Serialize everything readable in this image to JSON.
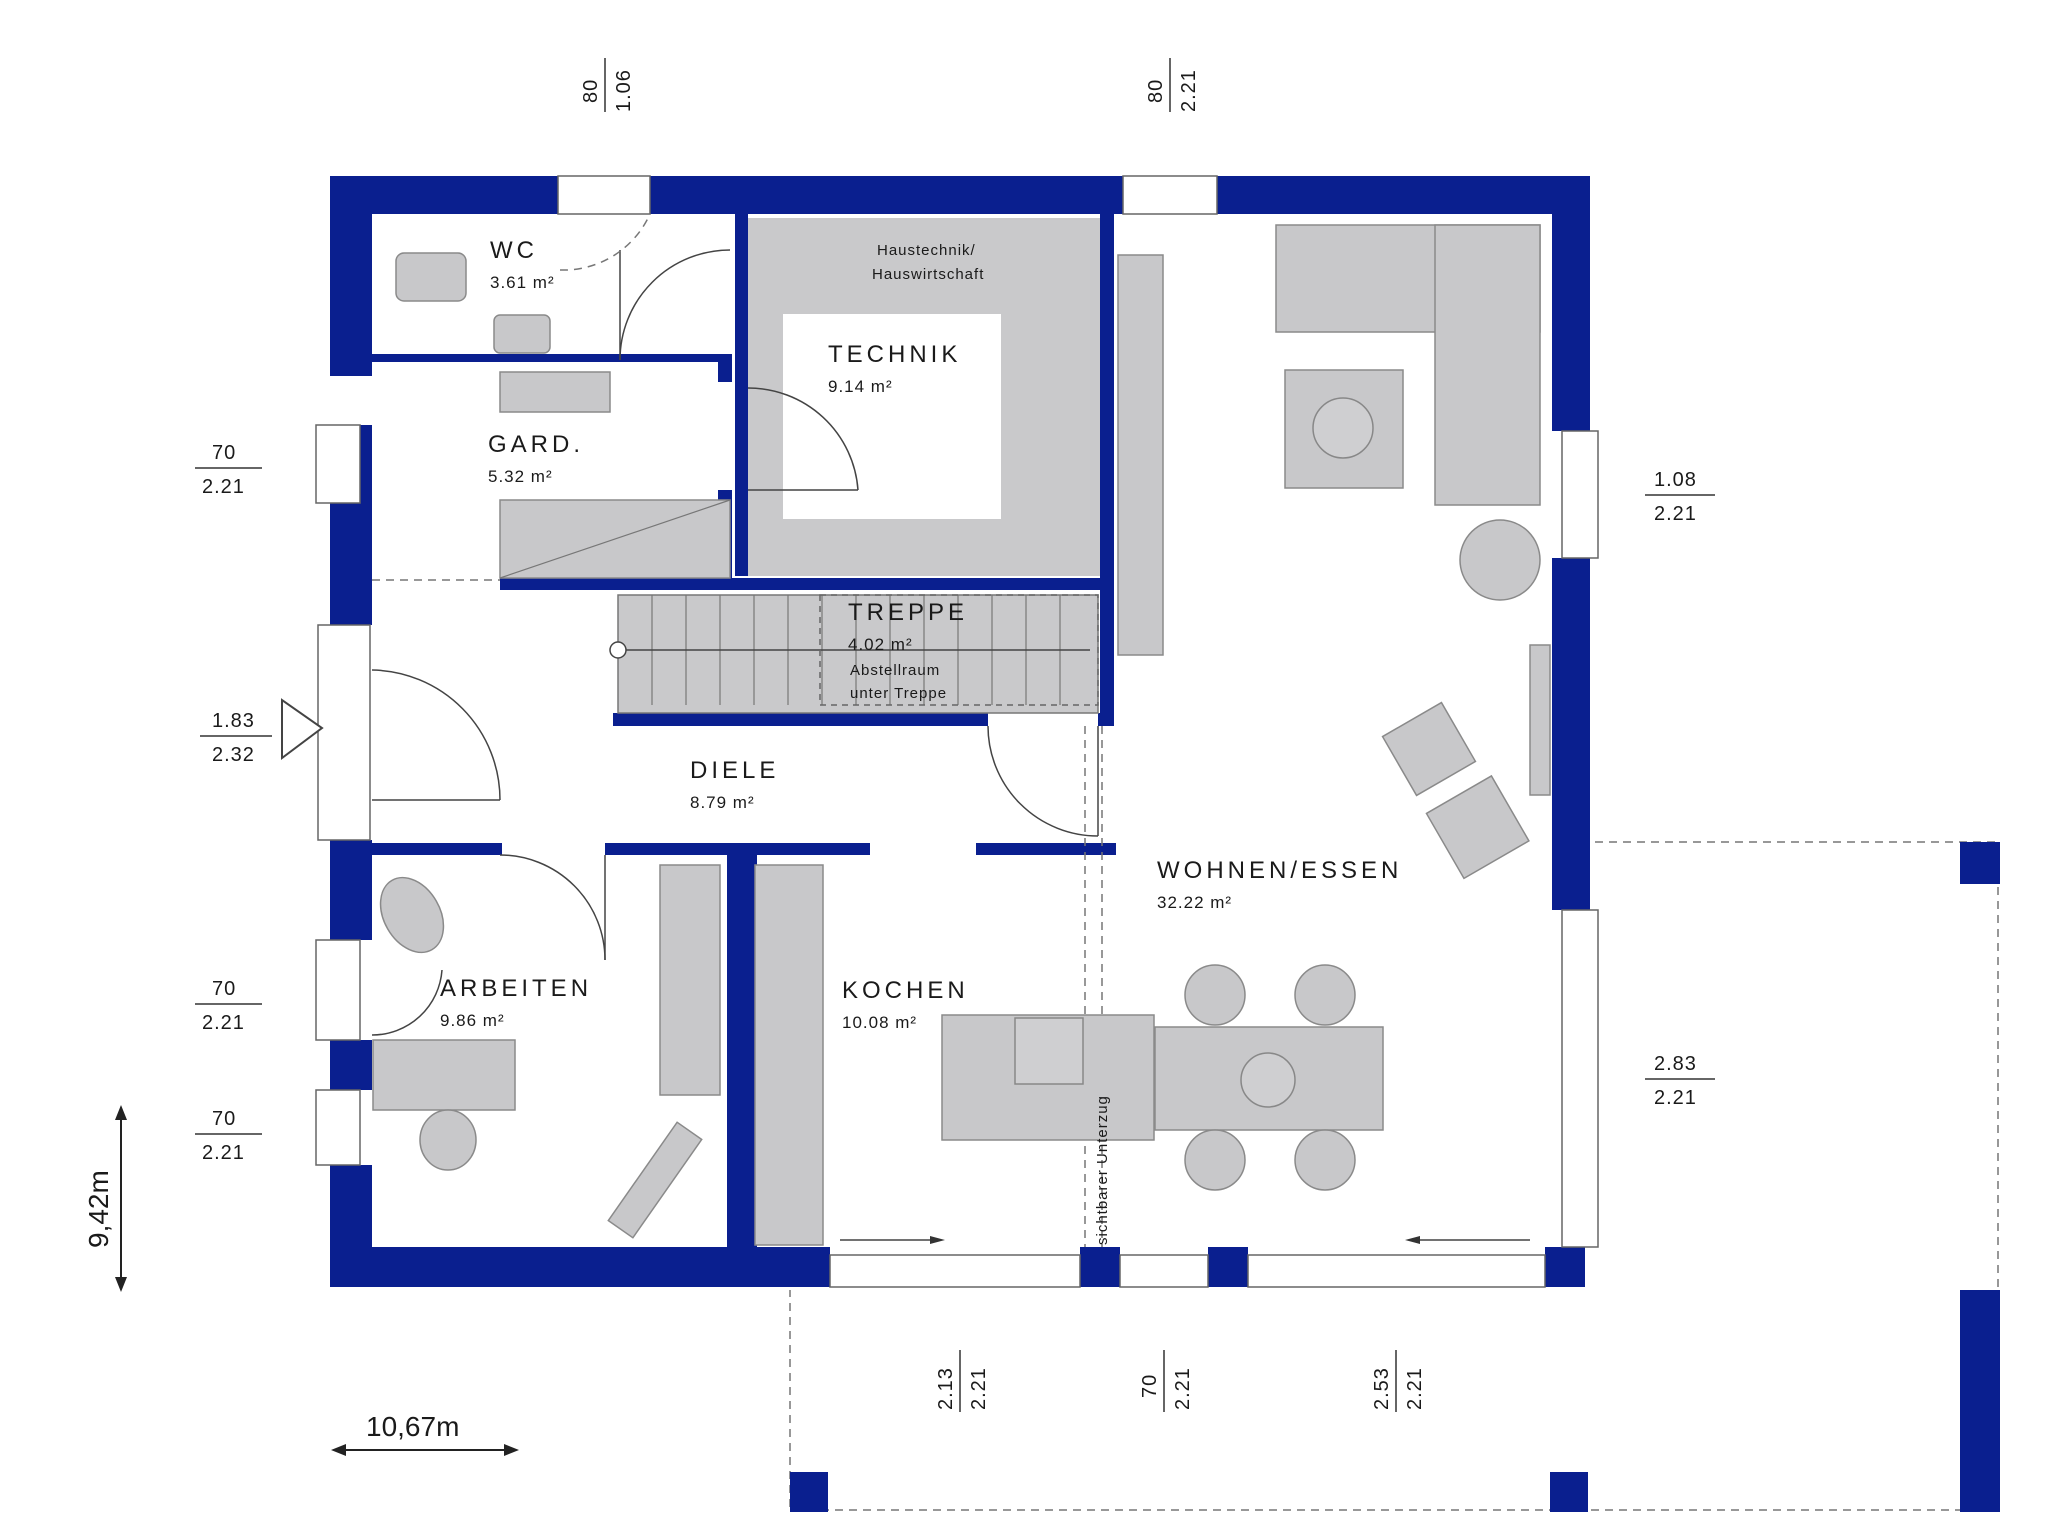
{
  "rooms": {
    "wc": {
      "name": "WC",
      "area": "3.61 m²"
    },
    "garderobe": {
      "name": "GARD.",
      "area": "5.32 m²"
    },
    "technik": {
      "name": "TECHNIK",
      "area": "9.14 m²",
      "note1": "Haustechnik/",
      "note2": "Hauswirtschaft"
    },
    "treppe": {
      "name": "TREPPE",
      "area": "4.02 m²",
      "note1": "Abstellraum",
      "note2": "unter Treppe"
    },
    "diele": {
      "name": "DIELE",
      "area": "8.79 m²"
    },
    "wohnen": {
      "name": "WOHNEN/ESSEN",
      "area": "32.22 m²"
    },
    "arbeiten": {
      "name": "ARBEITEN",
      "area": "9.86 m²"
    },
    "kochen": {
      "name": "KOCHEN",
      "area": "10.08 m²"
    }
  },
  "beam_note": "sichtbarer Unterzug",
  "openings": {
    "top_wc": {
      "w": "80",
      "h": "1.06"
    },
    "top_living": {
      "w": "80",
      "h": "2.21"
    },
    "left_gard": {
      "w": "70",
      "h": "2.21"
    },
    "left_entry": {
      "w": "1.83",
      "h": "2.32"
    },
    "left_office_1": {
      "w": "70",
      "h": "2.21"
    },
    "left_office_2": {
      "w": "70",
      "h": "2.21"
    },
    "right_upper": {
      "w": "1.08",
      "h": "2.21"
    },
    "right_lower": {
      "w": "2.83",
      "h": "2.21"
    },
    "bottom_1": {
      "w": "2.13",
      "h": "2.21"
    },
    "bottom_2": {
      "w": "70",
      "h": "2.21"
    },
    "bottom_3": {
      "w": "2.53",
      "h": "2.21"
    }
  },
  "overall": {
    "height": "9,42m",
    "width": "10,67m"
  },
  "colors": {
    "wall": "#0a1f8f",
    "furniture": "#c8c8ca"
  }
}
